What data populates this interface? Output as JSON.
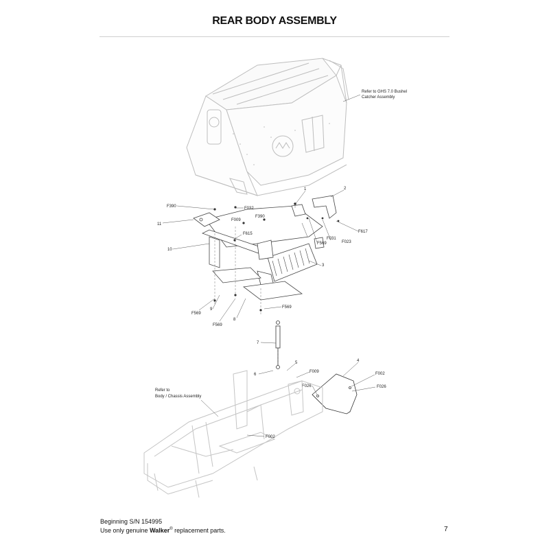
{
  "page": {
    "title": "REAR BODY ASSEMBLY",
    "footer_serial": "Beginning S/N 154995",
    "footer_parts_prefix": "Use only genuine ",
    "footer_brand": "Walker",
    "footer_reg": "®",
    "footer_parts_suffix": " replacement parts.",
    "page_number": "7"
  },
  "diagram": {
    "labels": {
      "ref_catcher_1": "Refer to GHS 7.0 Bushel",
      "ref_catcher_2": "Catcher Assembly",
      "ref_chassis_1": "Refer to",
      "ref_chassis_2": "Body / Chassis Assembly",
      "p1": "1",
      "p2": "2",
      "p3": "3",
      "p4": "4",
      "p5": "5",
      "p6": "6",
      "p7": "7",
      "p8": "8",
      "p9": "9",
      "p10": "10",
      "p11": "11",
      "f390a": "F390",
      "f390b": "F390",
      "f032": "F032",
      "f009a": "F009",
      "f615": "F615",
      "f569a": "F569",
      "f569b": "F569",
      "f569c": "F569",
      "f569d": "F569",
      "f031": "F031",
      "f023": "F023",
      "f617": "F617",
      "f009b": "F009",
      "f026a": "F026",
      "f026b": "F026",
      "f002a": "F002",
      "f002b": "F002"
    }
  }
}
